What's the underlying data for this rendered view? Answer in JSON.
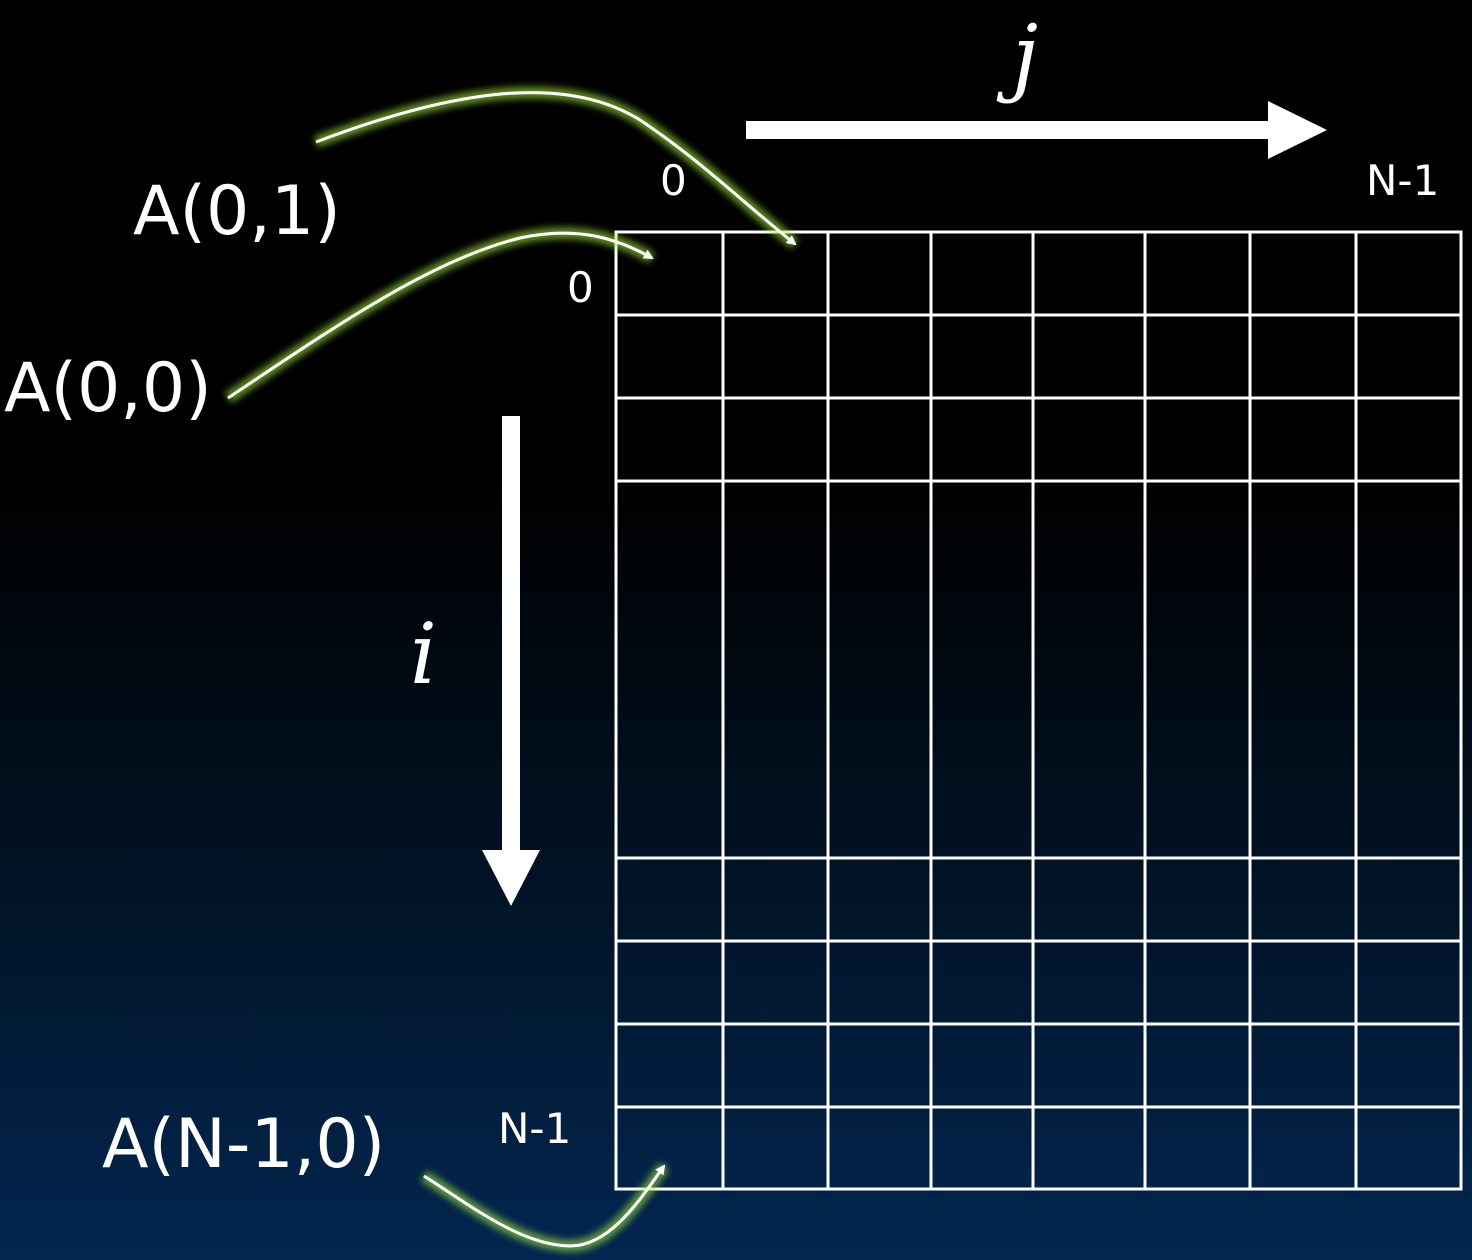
{
  "labels": {
    "a01": "A(0,1)",
    "a00": "A(0,0)",
    "an10": "A(N-1,0)",
    "j": "j",
    "i": "i",
    "col_zero": "0",
    "col_last": "N-1",
    "row_zero": "0",
    "row_last": "N-1"
  },
  "colors": {
    "grid": "#ffffff",
    "arrow": "#ffffff",
    "pointer": "#ffffff",
    "glow": "#9fe83a"
  }
}
